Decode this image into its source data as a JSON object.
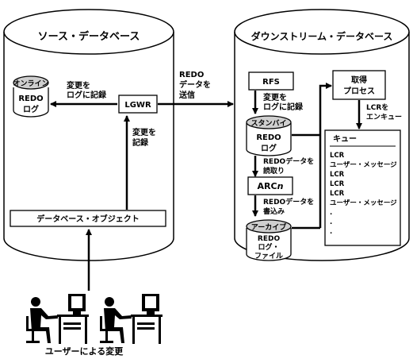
{
  "source_db": {
    "title": "ソース・データベース",
    "online_redo_log": [
      "オンライン",
      "REDO",
      "ログ"
    ],
    "record_changes_label": [
      "変更を",
      "ログに記録"
    ],
    "lgwr_label": "LGWR",
    "changes_recorded_label": [
      "変更を",
      "記録"
    ],
    "db_objects_label": "データベース・オブジェクト"
  },
  "transport": {
    "send_label": [
      "REDO",
      "データを",
      "送信"
    ]
  },
  "downstream_db": {
    "title": "ダウンストリーム・データベース",
    "rfs_label": "RFS",
    "record_changes_label": [
      "変更を",
      "ログに記録"
    ],
    "standby_redo_log": [
      "スタンバイ",
      "REDO",
      "ログ"
    ],
    "read_redo_label": [
      "REDOデータを",
      "読取り"
    ],
    "arcn_prefix": "ARC",
    "arcn_suffix": "n",
    "write_redo_label": [
      "REDOデータを",
      "書込み"
    ],
    "archived_redo_log": [
      "アーカイブ",
      "REDO",
      "ログ・",
      "ファイル"
    ],
    "capture_process_label": [
      "取得",
      "プロセス"
    ],
    "enqueue_label": [
      "LCRを",
      "エンキュー"
    ],
    "queue": {
      "title": "キュー",
      "items": [
        "LCR",
        "ユーザー・メッセージ",
        "LCR",
        "LCR",
        "LCR",
        "ユーザー・メッセージ",
        ".",
        ".",
        "."
      ]
    }
  },
  "users_caption": "ユーザーによる変更"
}
